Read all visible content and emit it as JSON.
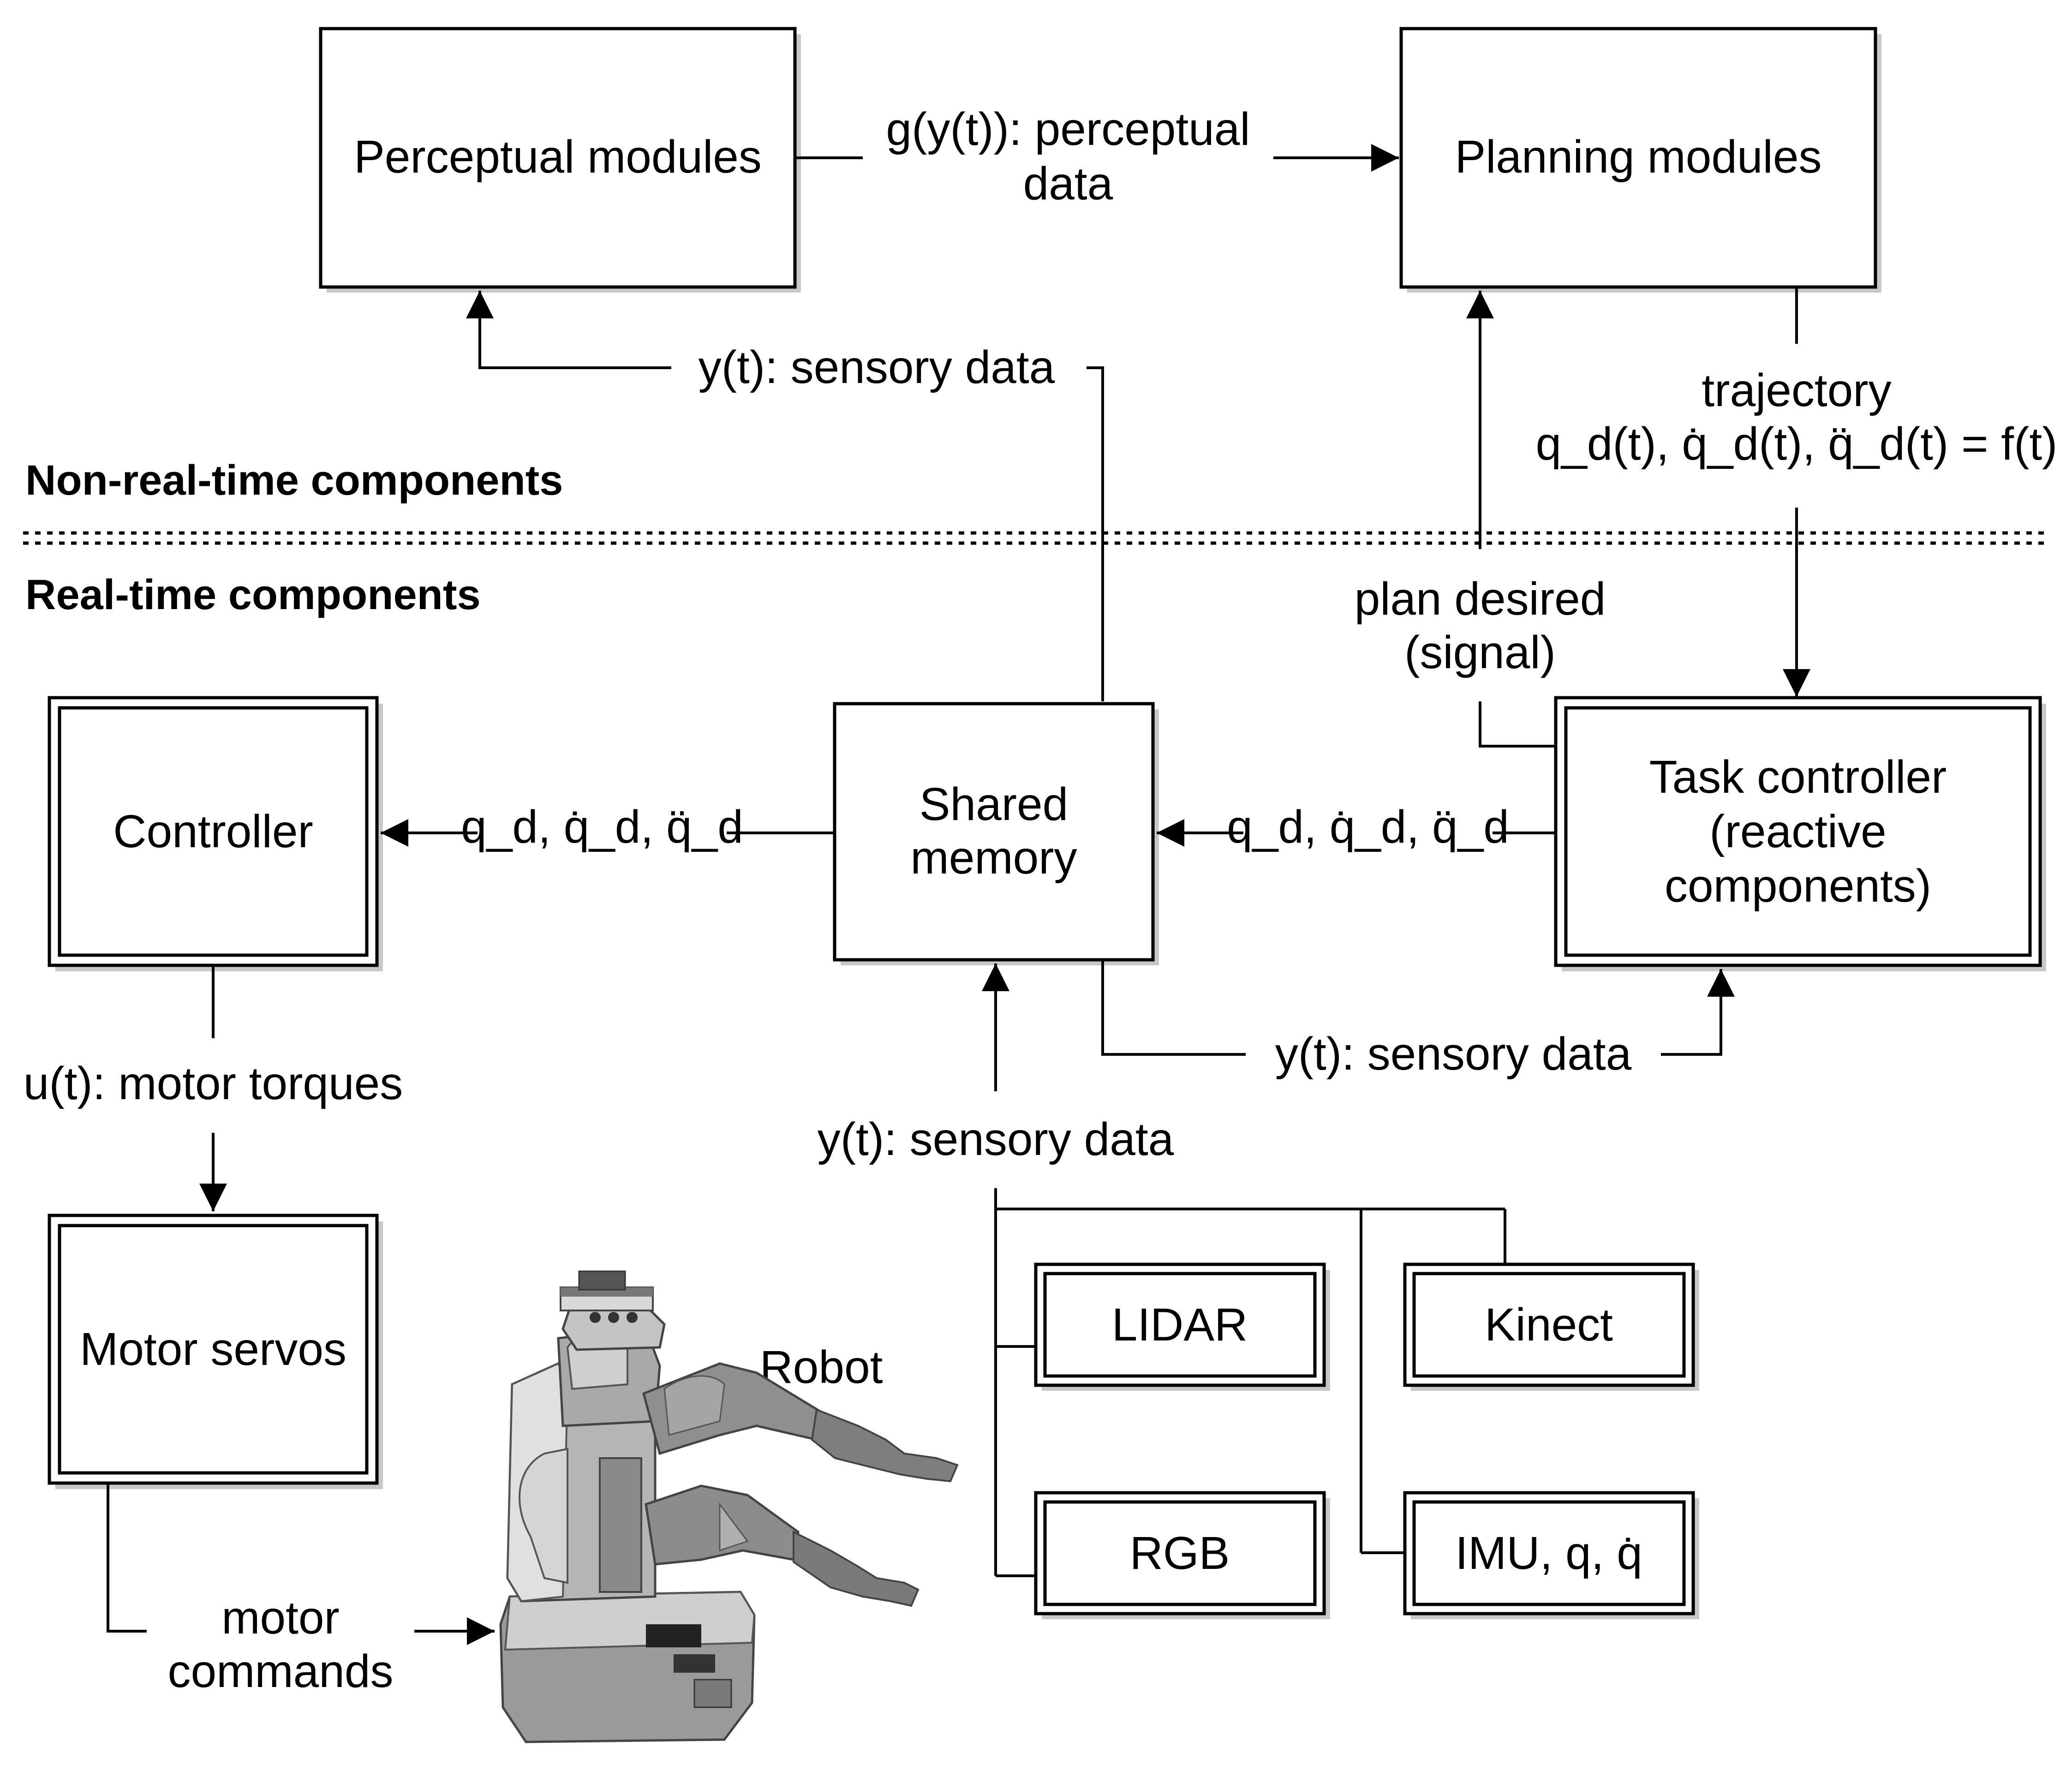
{
  "sections": {
    "non_real_time": "Non-real-time components",
    "real_time": "Real-time components"
  },
  "blocks": {
    "perceptual": "Perceptual modules",
    "planning": "Planning modules",
    "shared_memory_line1": "Shared",
    "shared_memory_line2": "memory",
    "controller": "Controller",
    "task_controller_line1": "Task controller",
    "task_controller_line2": "(reactive",
    "task_controller_line3": "components)",
    "motor_servos": "Motor servos",
    "lidar": "LIDAR",
    "kinect": "Kinect",
    "rgb": "RGB",
    "imu": "IMU, q, q̇"
  },
  "signals": {
    "perceptual_data_line1": "g(y(t)): perceptual",
    "perceptual_data_line2": "data",
    "sensory_top": "y(t): sensory data",
    "trajectory_line1": "trajectory",
    "trajectory_line2": "q_d(t), q̇_d(t), q̈_d(t) = f(t)",
    "plan_desired_line1": "plan desired",
    "plan_desired_line2": "(signal)",
    "setpoint_left": "q_d, q̇_d, q̈_d",
    "setpoint_right": "q_d, q̇_d, q̈_d",
    "sensory_right": "y(t): sensory data",
    "sensory_bottom": "y(t): sensory data",
    "motor_torques": "u(t): motor torques",
    "motor_commands_line1": "motor",
    "motor_commands_line2": "commands"
  },
  "robot_label": "Robot"
}
